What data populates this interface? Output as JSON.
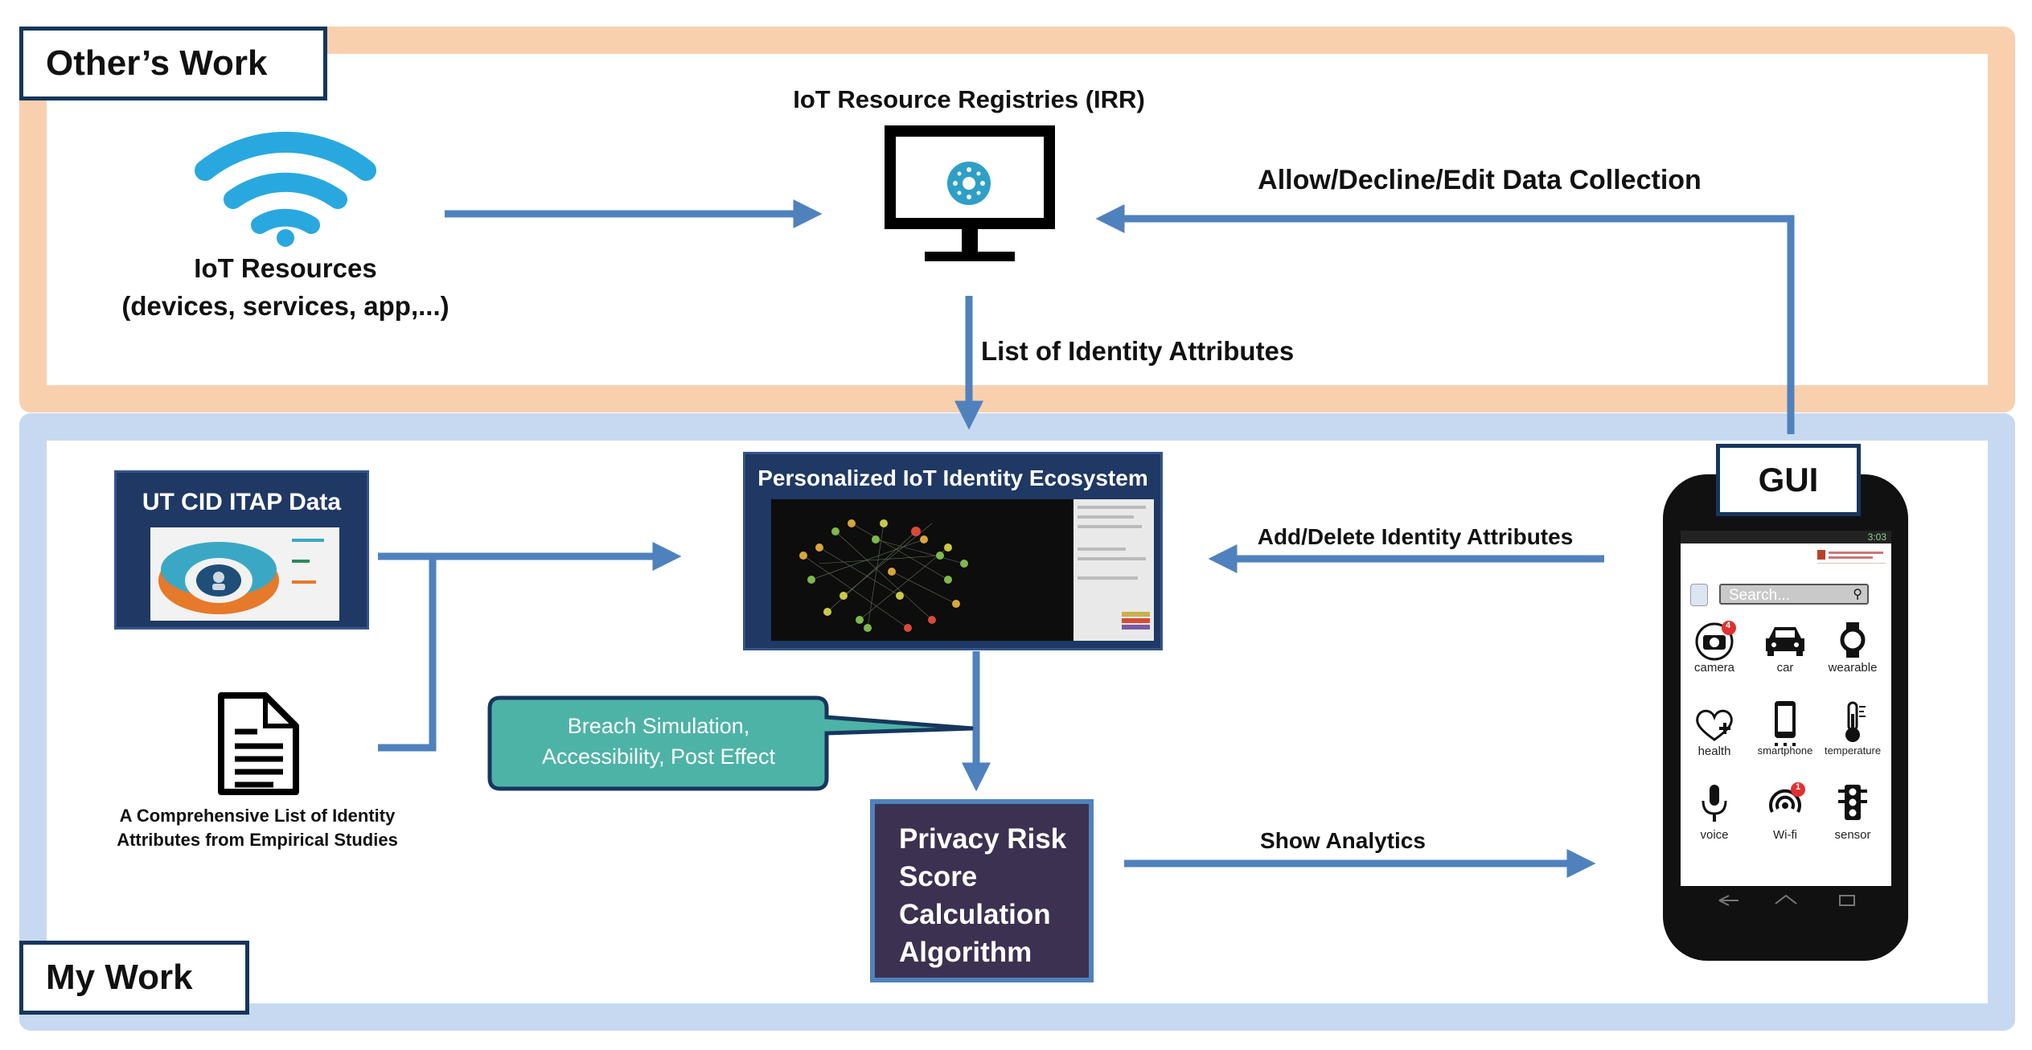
{
  "sections": {
    "top_label": "Other’s Work",
    "bottom_label": "My Work"
  },
  "iot_resources": {
    "title": "IoT Resources",
    "subtitle": "(devices, services, app,...)"
  },
  "irr": {
    "title": "IoT Resource Registries  (IRR)"
  },
  "arrows": {
    "allow_decline": "Allow/Decline/Edit Data Collection",
    "list_identity": "List of Identity Attributes",
    "add_delete": "Add/Delete Identity Attributes",
    "show_analytics": "Show Analytics"
  },
  "ut_cid": {
    "title": "UT CID ITAP Data"
  },
  "document": {
    "caption_line1": "A Comprehensive List of Identity",
    "caption_line2": "Attributes from Empirical Studies"
  },
  "ecosystem": {
    "title": "Personalized IoT Identity Ecosystem"
  },
  "callout": {
    "line1": "Breach Simulation,",
    "line2": "Accessibility, Post Effect"
  },
  "privacy": {
    "line1": "Privacy Risk",
    "line2": "Score",
    "line3": "Calculation",
    "line4": "Algorithm"
  },
  "gui": {
    "label": "GUI"
  },
  "phone": {
    "time": "3:03",
    "search_placeholder": "Search...",
    "apps": [
      {
        "label": "camera",
        "icon": "camera-icon",
        "badge": "4"
      },
      {
        "label": "car",
        "icon": "car-icon",
        "badge": ""
      },
      {
        "label": "wearable",
        "icon": "watch-icon",
        "badge": ""
      },
      {
        "label": "health",
        "icon": "heart-plus-icon",
        "badge": ""
      },
      {
        "label": "smartphone",
        "icon": "smartphone-icon",
        "badge": ""
      },
      {
        "label": "temperature",
        "icon": "thermometer-icon",
        "badge": ""
      },
      {
        "label": "voice",
        "icon": "microphone-icon",
        "badge": ""
      },
      {
        "label": "Wi-fi",
        "icon": "wifi-signal-icon",
        "badge": "1"
      },
      {
        "label": "sensor",
        "icon": "traffic-light-icon",
        "badge": ""
      }
    ]
  },
  "colors": {
    "top_band": "#f9d0ae",
    "bottom_band": "#c6d9f0",
    "arrow": "#4f81bd",
    "navy": "#1f3864",
    "wifi": "#29a8e0",
    "callout": "#4db3a6",
    "privacy_box": "#3c3150"
  }
}
